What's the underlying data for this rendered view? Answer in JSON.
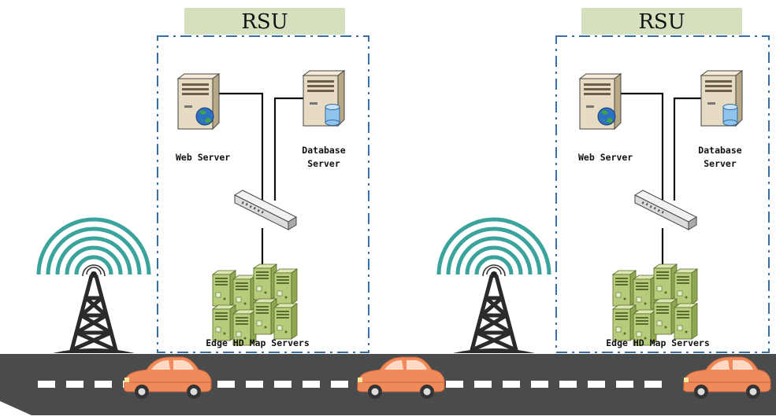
{
  "rsu_units": [
    {
      "title": "RSU",
      "web_server": "Web Server",
      "database_server": [
        "Database",
        "Server"
      ],
      "edge_servers": "Edge HD Map Servers"
    },
    {
      "title": "RSU",
      "web_server": "Web Server",
      "database_server": [
        "Database",
        "Server"
      ],
      "edge_servers": "Edge HD Map Servers"
    }
  ],
  "colors": {
    "rsu_header_bg": "#d5e0bf",
    "rsu_border": "#3b6ea8",
    "signal_waves": "#3aa39b",
    "tower": "#2b2b2b",
    "road": "#4a4b4d",
    "lane_marking": "#ffffff",
    "car_body": "#f08a5a",
    "server_beige": "#e7dcc3",
    "edge_server_green": "#b7cc7b"
  },
  "icons": [
    "cell-tower-icon",
    "web-server-icon",
    "database-server-icon",
    "network-switch-icon",
    "server-cluster-icon",
    "car-icon"
  ]
}
